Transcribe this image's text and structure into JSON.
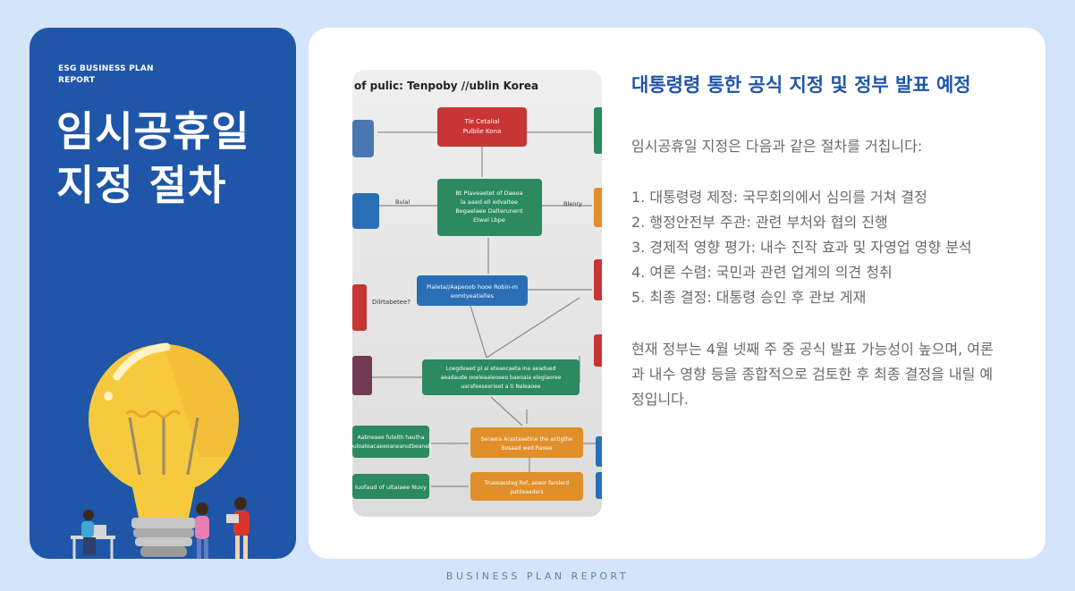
{
  "sidebar": {
    "report_tag": "ESG BUSINESS PLAN REPORT",
    "title": "임시공휴일 지정 절차"
  },
  "flowchart_image": {
    "header_text": "of pulic: Tenpoby //ublin Korea",
    "boxes": [
      {
        "text": "Tle Cetalial\nPulblie Kona",
        "color": "#c93434"
      },
      {
        "text": "Bt Plaveaetet of Daeoa\nla aaed ell edvaltee\nBegaelaee Dalterunent\nEtwel Lbpe",
        "color": "#2b8a5e"
      },
      {
        "text": "Pialeta//Aapeoob hooe Robin-m\neomtyeatielles",
        "color": "#2a6fb5"
      },
      {
        "text": "Loegdeaed pl ai eteaocaeta ina aeadued\naeadaude ooeleaaleoeeo baeoaia elegiaoree\nuarafeeseerieet a ti Naleaoee",
        "color": "#2b8a5e"
      },
      {
        "text": "Aabneaee futelth hautha\nbuloateacaeeoaneanutbeanelt",
        "color": "#2b8a5e"
      },
      {
        "text": "Seraera Arastaaetine the antigthe\nBosaad wed Raoee",
        "color": "#e08f2a"
      },
      {
        "text": "Iuofaud of ultaiaee Nuvy",
        "color": "#2b8a5e"
      },
      {
        "text": "Trueoaesteg Rof, aeeor farslerd\npatileaaders",
        "color": "#e08f2a"
      }
    ],
    "side_labels": [
      "Bulal",
      "Dilrtabetee?",
      "Blenry"
    ]
  },
  "content": {
    "heading": "대통령령 통한 공식 지정 및 정부 발표 예정",
    "intro": "임시공휴일 지정은 다음과 같은 절차를 거칩니다:",
    "steps": [
      "1. 대통령령 제정: 국무회의에서 심의를 거쳐 결정",
      "2. 행정안전부 주관: 관련 부처와 협의 진행",
      "3. 경제적 영향 평가: 내수 진작 효과 및 자영업 영향 분석",
      "4. 여론 수렴: 국민과 관련 업계의 의견 청취",
      "5. 최종 결정: 대통령 승인 후 관보 게재"
    ],
    "conclusion": "현재 정부는 4월 넷째 주 중 공식 발표 가능성이 높으며, 여론과 내수 영향 등을 종합적으로 검토한 후 최종 결정을 내릴 예정입니다."
  },
  "footer": {
    "text": "BUSINESS PLAN REPORT"
  },
  "colors": {
    "primary": "#1f56a8",
    "background": "#d3e4fb",
    "bulb": "#f7c93e"
  }
}
